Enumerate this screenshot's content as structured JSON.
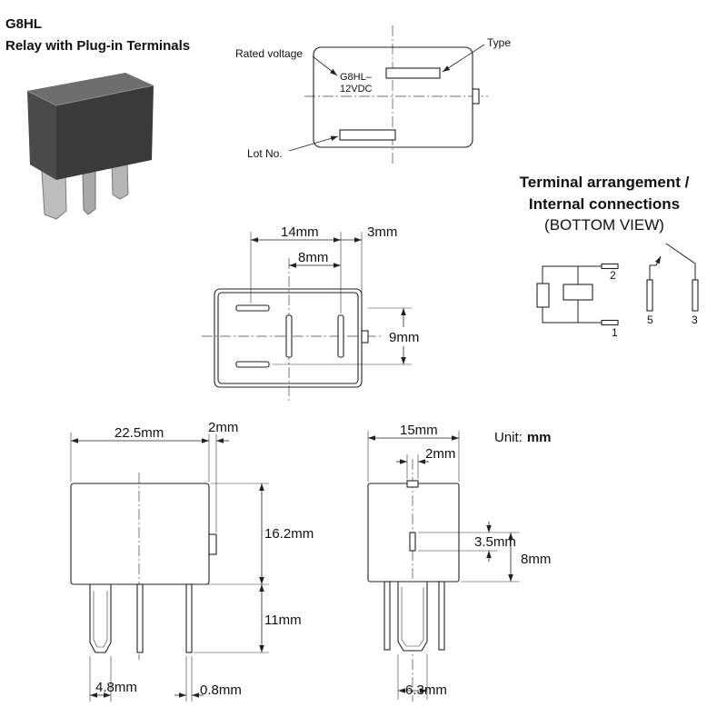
{
  "header": {
    "model": "G8HL",
    "subtitle": "Relay with Plug-in Terminals"
  },
  "marking_view": {
    "rated_voltage_label": "Rated voltage",
    "type_label": "Type",
    "marking_line1": "G8HL–",
    "marking_line2": "12VDC",
    "lot_label": "Lot No."
  },
  "terminal_section": {
    "title_line1": "Terminal arrangement /",
    "title_line2": "Internal connections",
    "title_line3": "(BOTTOM VIEW)",
    "terminal_labels": {
      "t1": "1",
      "t2": "2",
      "t3": "3",
      "t5": "5"
    }
  },
  "bottom_view": {
    "dim_14": "14mm",
    "dim_3": "3mm",
    "dim_8": "8mm",
    "dim_9": "9mm"
  },
  "side_view": {
    "dim_width": "22.5mm",
    "dim_tab": "2mm",
    "dim_body_height": "16.2mm",
    "dim_pin_length": "11mm",
    "dim_wide_pin": "4.8mm",
    "dim_pin_thickness": "0.8mm"
  },
  "end_view": {
    "dim_width": "15mm",
    "dim_tab": "2mm",
    "dim_slot": "3.5mm",
    "dim_slot_to_base": "8mm",
    "dim_wide_pin": "6.3mm"
  },
  "unit": {
    "label": "Unit:",
    "value": "mm"
  }
}
